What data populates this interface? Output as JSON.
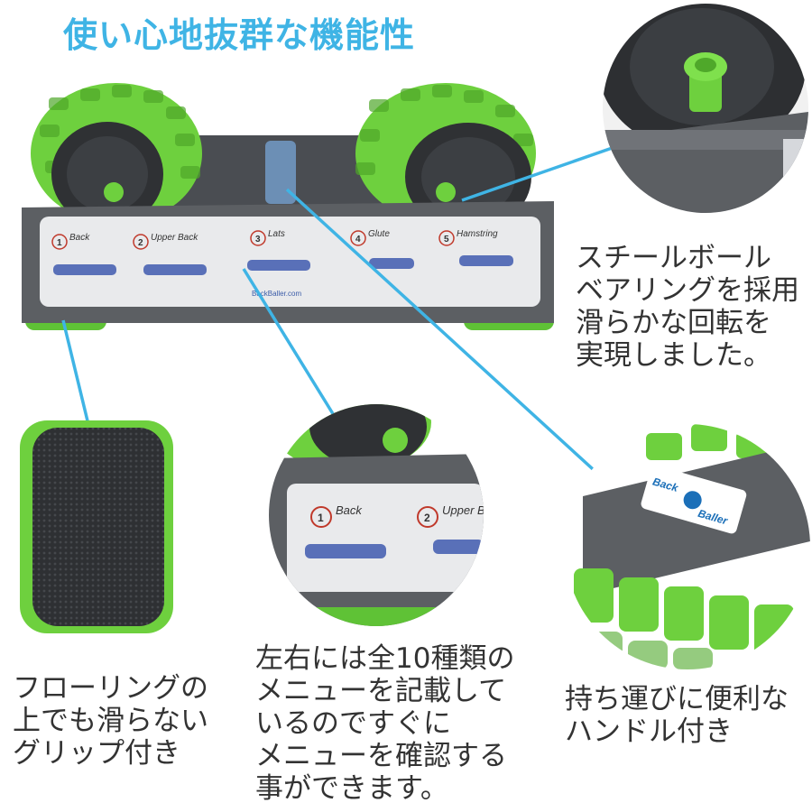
{
  "title": "使い心地抜群な機能性",
  "captions": {
    "steel_bearing": [
      "スチールボール",
      "ベアリングを採用",
      "滑らかな回転を",
      "実現しました。"
    ],
    "grip": [
      "フローリングの",
      "上でも滑らない",
      "グリップ付き"
    ],
    "menu": [
      "左右には全10種類の",
      "メニューを記載して",
      "いるのですぐに",
      "メニューを確認する",
      "事ができます。"
    ],
    "handle": [
      "持ち運びに便利な",
      "ハンドル付き"
    ]
  },
  "product_card": {
    "exercises": [
      {
        "num": "1",
        "label": "Back"
      },
      {
        "num": "2",
        "label": "Upper Back"
      },
      {
        "num": "3",
        "label": "Lats"
      },
      {
        "num": "4",
        "label": "Glute"
      },
      {
        "num": "5",
        "label": "Hamstring"
      }
    ],
    "url": "BackBaller.com"
  },
  "zoom_card": {
    "exercises": [
      {
        "num": "1",
        "label": "Back"
      },
      {
        "num": "2",
        "label": "Upper B"
      }
    ]
  },
  "brand": {
    "line1": "Back",
    "line2": "Baller"
  },
  "colors": {
    "title": "#3fb4e5",
    "roller_green": "#6ed03e",
    "frame_gray": "#5c5f63",
    "callout_line": "#3fb4e5"
  }
}
